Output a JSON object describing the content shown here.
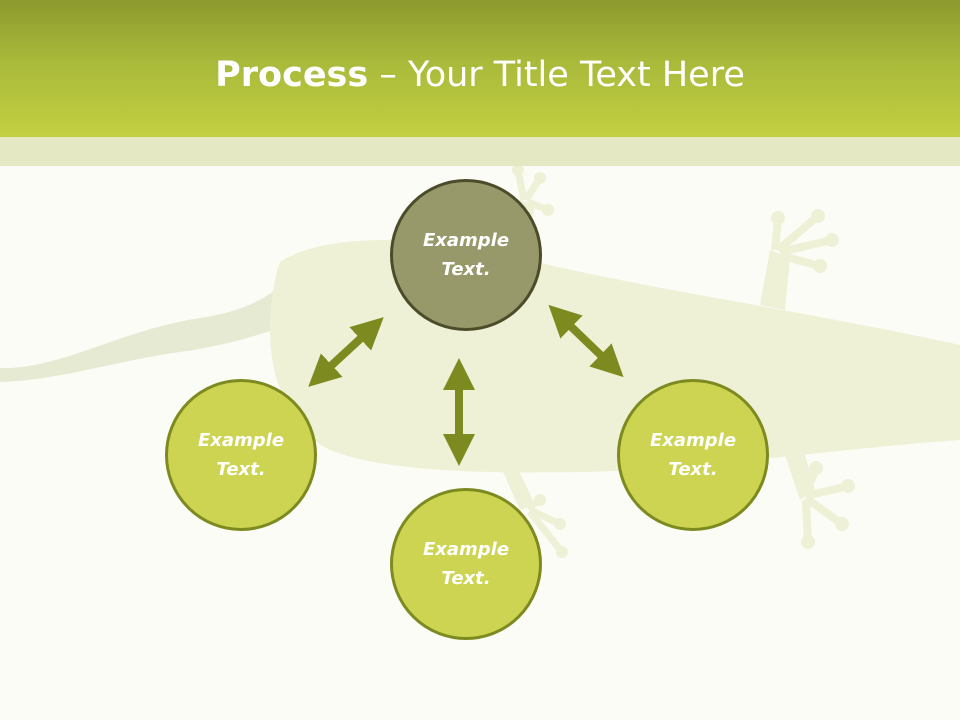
{
  "header": {
    "title_bold": "Process",
    "title_rest": " – Your Title Text Here"
  },
  "colors": {
    "header_gradient_top": "#8c9a2e",
    "header_gradient_bottom": "#c3d042",
    "node_fill": "#cdd452",
    "node_fill_dark": "#98996a",
    "arrow": "#7d8a1f"
  },
  "diagram": {
    "nodes": [
      {
        "id": "top",
        "label_line1": "Example",
        "label_line2": "Text."
      },
      {
        "id": "left",
        "label_line1": "Example",
        "label_line2": "Text."
      },
      {
        "id": "bottom",
        "label_line1": "Example",
        "label_line2": "Text."
      },
      {
        "id": "right",
        "label_line1": "Example",
        "label_line2": "Text."
      }
    ],
    "background_image": "lizard-silhouette"
  }
}
